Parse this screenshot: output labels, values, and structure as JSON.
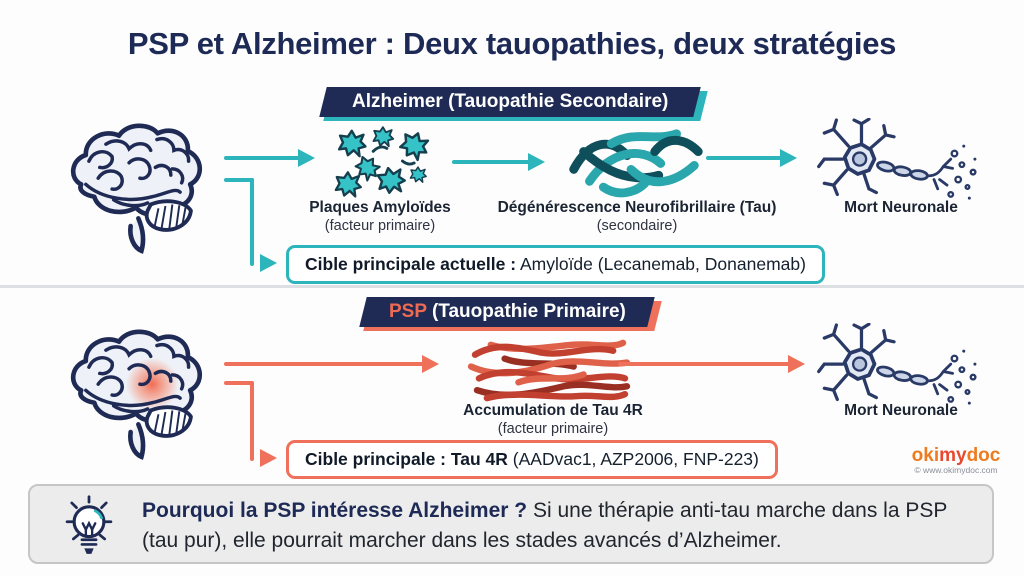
{
  "title": "PSP et Alzheimer : Deux tauopathies, deux stratégies",
  "alzheimer": {
    "banner": "Alzheimer (Tauopathie Secondaire)",
    "step1_label": "Plaques Amyloïdes",
    "step1_sub": "(facteur primaire)",
    "step2_label": "Dégénérescence Neurofibrillaire (Tau)",
    "step2_sub": "(secondaire)",
    "step3_label": "Mort Neuronale",
    "target_bold": "Cible principale actuelle :",
    "target_rest": " Amyloïde (Lecanemab, Donanemab)"
  },
  "psp": {
    "banner_accent": "PSP",
    "banner_rest": " (Tauopathie Primaire)",
    "step1_label": "Accumulation de Tau 4R",
    "step1_sub": "(facteur primaire)",
    "step2_label": "Mort Neuronale",
    "target_bold": "Cible principale : Tau 4R",
    "target_rest": " (AADvac1, AZP2006, FNP-223)"
  },
  "callout": {
    "bold": "Pourquoi la PSP intéresse Alzheimer ?",
    "rest": " Si une thérapie anti-tau marche dans la PSP (tau pur), elle pourrait marcher dans les stades avancés d’Alzheimer."
  },
  "footer": {
    "logo_part1": "oki",
    "logo_part2": "my",
    "logo_part3": "doc",
    "copyright": "© www.okimydoc.com"
  },
  "icons": [
    "brain-icon",
    "brain-psp-icon",
    "amyloid-plaques-icon",
    "tau-tangles-icon",
    "neuron-icon",
    "tau-4r-fibrils-icon",
    "lightbulb-icon"
  ],
  "colors": {
    "navy": "#1f2b55",
    "teal": "#2cb5ba",
    "coral": "#f0715b",
    "title": "#1e2a56",
    "logo_orange": "#ef7b1f",
    "logo_red": "#e8482f",
    "callout_bg": "#ececec"
  }
}
